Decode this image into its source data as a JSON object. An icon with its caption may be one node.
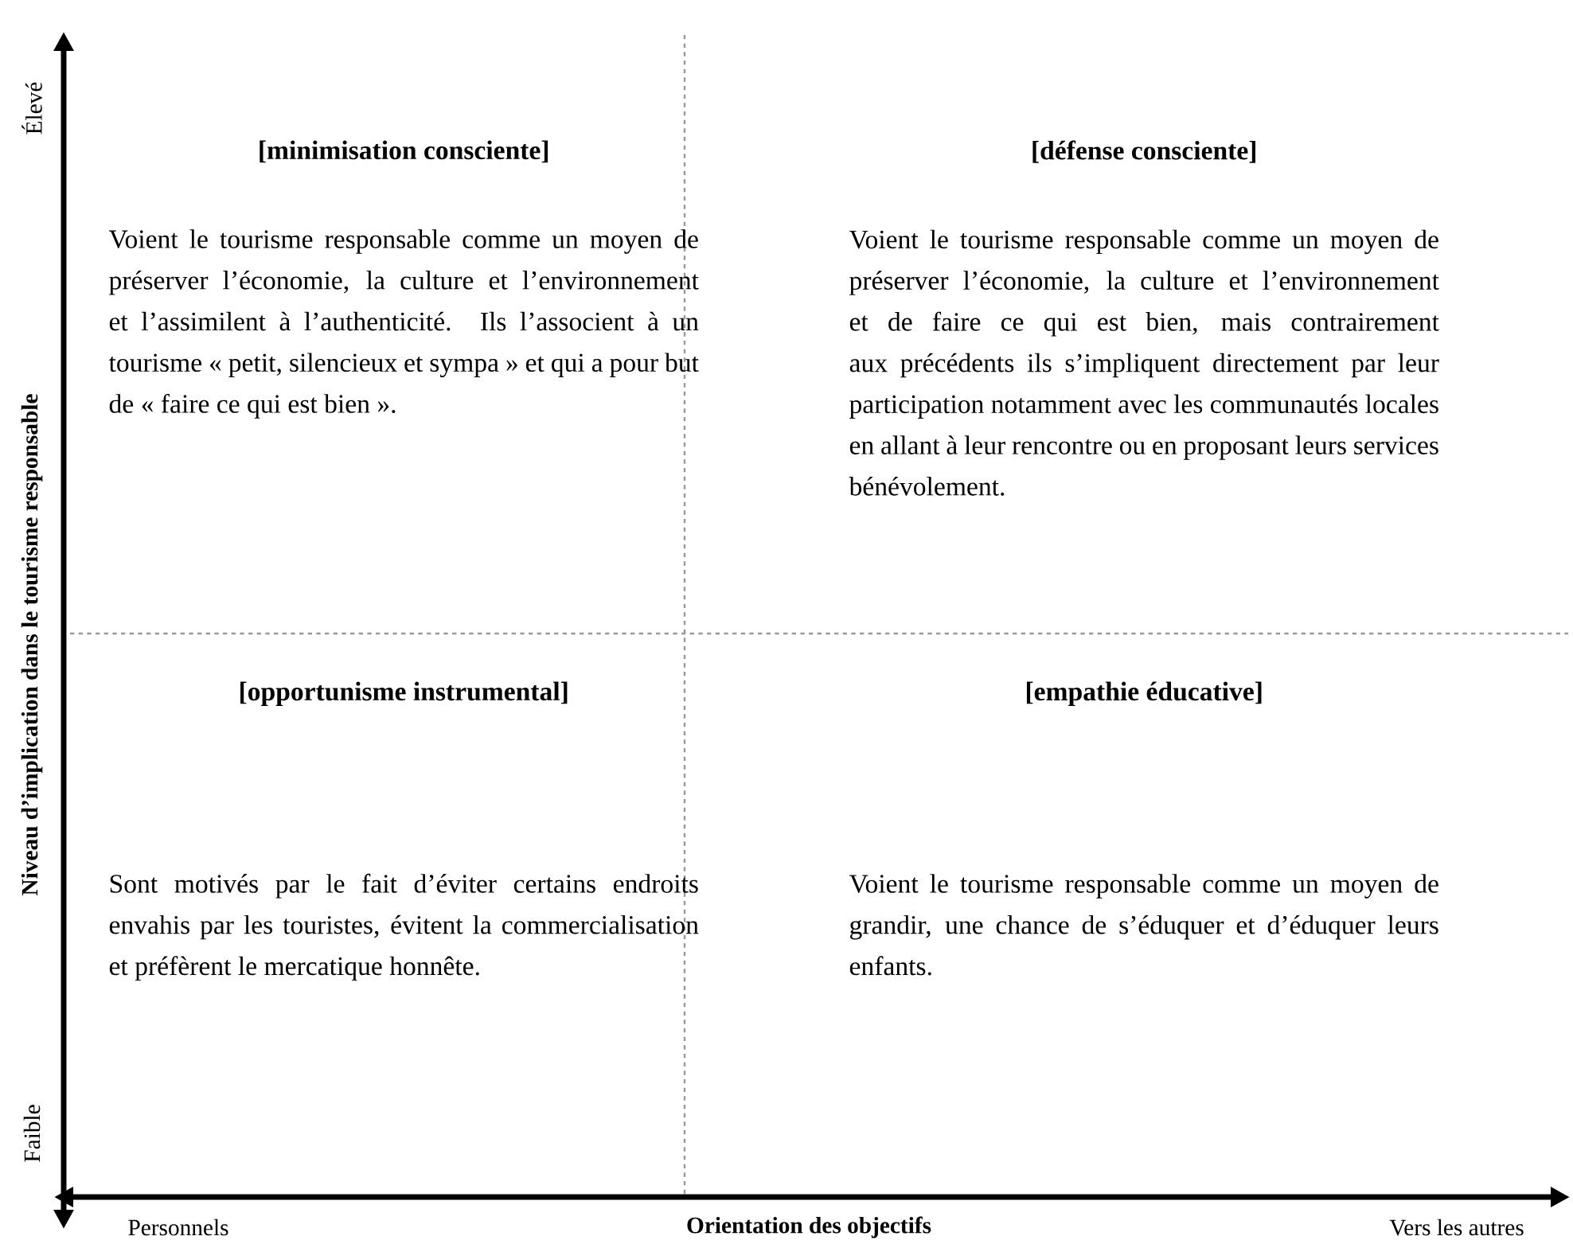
{
  "diagram": {
    "nodes": [
      {
        "text": [
          "[minimisation consciente]",
          "Voient le tourisme responsable comme un moyen de préserver l’économie, la culture et l’environnement et l’assimilent à l’authenticité. Ils l’associent à un tourisme « petit, silencieux et sympa » et qui a pour but de « faire ce qui est bien »."
        ]
      },
      {
        "text": [
          "[défense consciente]",
          "Voient le tourisme responsable comme un moyen de préserver l’économie, la culture et l’environnement et de faire ce qui est bien, mais contrairement aux précédents ils s’impliquent directement par leur participation notamment avec les communautés locales en allant à leur rencontre ou en proposant leurs services bénévolement."
        ]
      },
      {
        "text": [
          "[opportunisme instrumental]",
          "Sont motivés par le fait d’éviter certains endroits envahis par les touristes, évitent la commercialisation et préfèrent le mercatique honnête."
        ]
      },
      {
        "text": [
          "[empathie éducative]",
          "Voient le tourisme responsable comme un moyen de grandir, une chance de s’éduquer et d’éduquer leurs enfants."
        ]
      }
    ],
    "labels": [
      "Élevé",
      "Niveau d’implication dans le tourisme responsable",
      "Faible",
      "Personnels",
      "Orientation des objectifs",
      "Vers les autres"
    ]
  }
}
